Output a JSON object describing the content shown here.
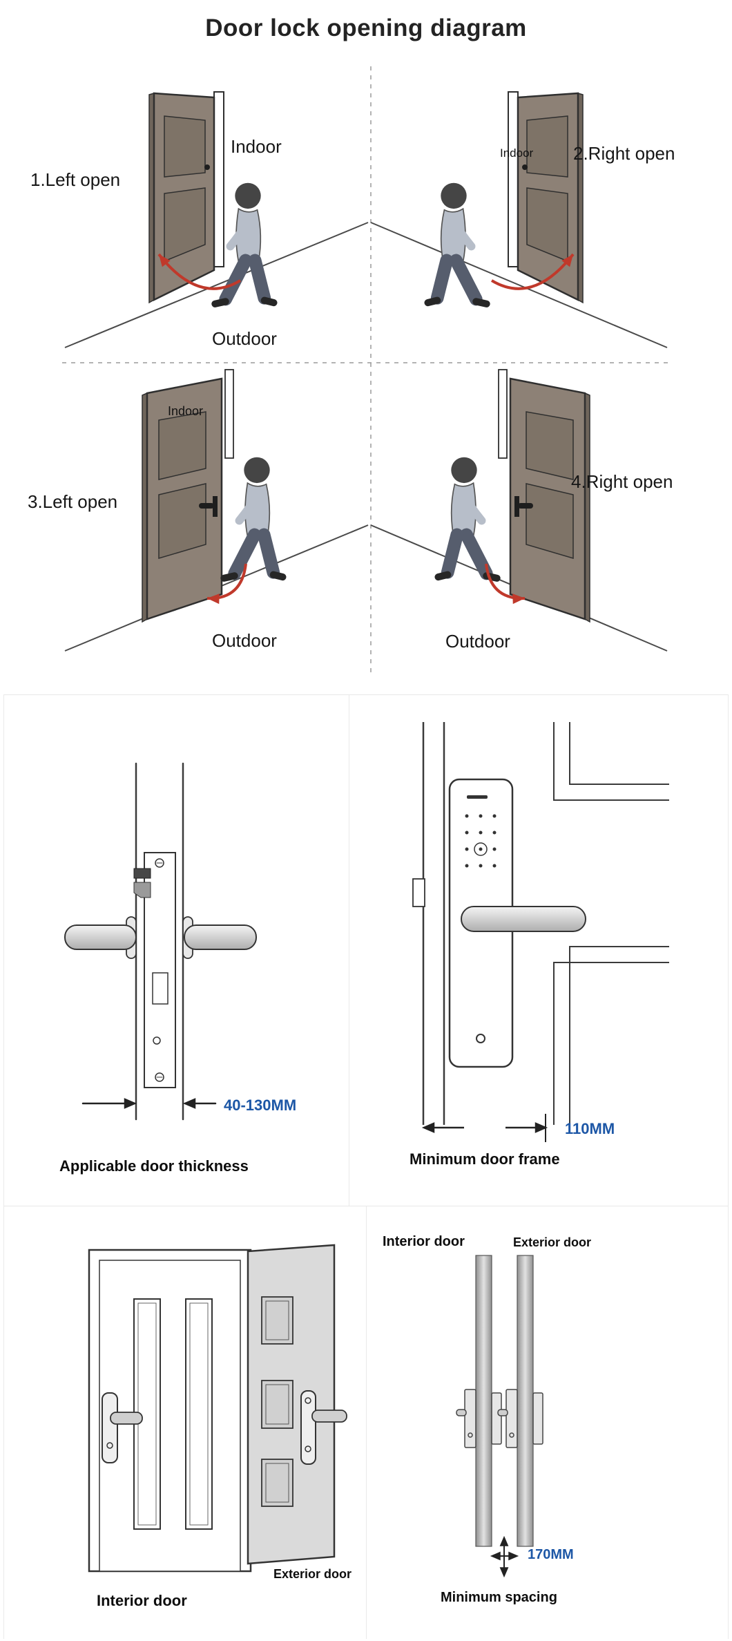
{
  "page": {
    "title": "Door lock opening diagram"
  },
  "quadrants": {
    "q1": {
      "label": "1.Left open",
      "indoor": "Indoor",
      "outdoor": "Outdoor"
    },
    "q2": {
      "label": "2.Right open",
      "indoor": "Indoor"
    },
    "q3": {
      "label": "3.Left open",
      "indoor": "Indoor",
      "outdoor": "Outdoor"
    },
    "q4": {
      "label": "4.Right open",
      "outdoor": "Outdoor"
    }
  },
  "thickness": {
    "dimension": "40-130MM",
    "caption": "Applicable door thickness"
  },
  "door_frame": {
    "dimension": "110MM",
    "caption": "Minimum door frame"
  },
  "overlap": {
    "interior_label": "Interior door",
    "exterior_label": "Exterior door"
  },
  "spacing": {
    "interior_label": "Interior door",
    "exterior_label": "Exterior door",
    "dimension": "170MM",
    "caption": "Minimum spacing"
  },
  "colors": {
    "accent_blue": "#1d57a6",
    "arrow_red": "#c0392b",
    "door_fill": "#8d8176",
    "line_color": "#3a3a3a"
  }
}
